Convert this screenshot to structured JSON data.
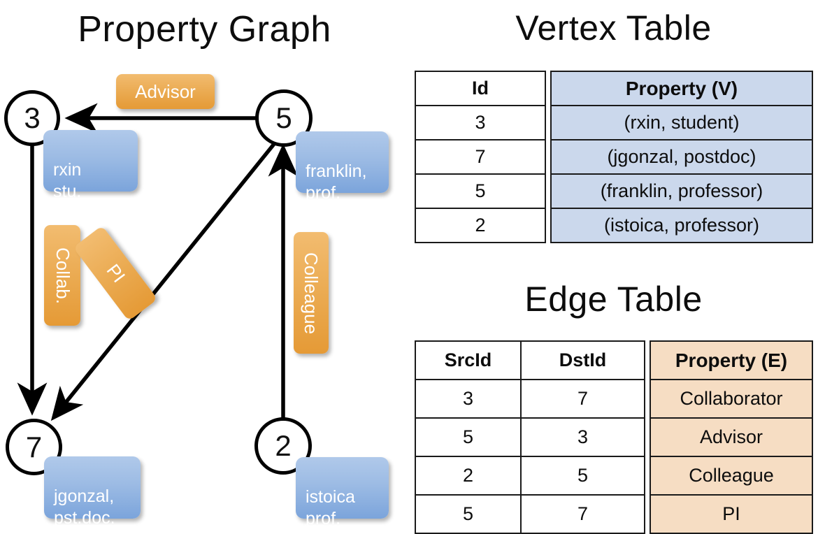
{
  "titles": {
    "property_graph": "Property Graph",
    "vertex_table": "Vertex Table",
    "edge_table": "Edge Table"
  },
  "graph": {
    "nodes": [
      {
        "id": "3",
        "label": "3",
        "property": "rxin\nstu."
      },
      {
        "id": "5",
        "label": "5",
        "property": "franklin,\nprof."
      },
      {
        "id": "7",
        "label": "7",
        "property": "jgonzal,\npst.doc."
      },
      {
        "id": "2",
        "label": "2",
        "property": "istoica\nprof."
      }
    ],
    "edge_labels": [
      {
        "name": "advisor",
        "text": "Advisor"
      },
      {
        "name": "collab",
        "text": "Collab."
      },
      {
        "name": "pi",
        "text": "PI"
      },
      {
        "name": "colleague",
        "text": "Colleague"
      }
    ]
  },
  "vertex_table": {
    "headers": [
      "Id",
      "Property (V)"
    ],
    "rows": [
      {
        "id": "3",
        "property": "(rxin, student)"
      },
      {
        "id": "7",
        "property": "(jgonzal, postdoc)"
      },
      {
        "id": "5",
        "property": "(franklin, professor)"
      },
      {
        "id": "2",
        "property": "(istoica, professor)"
      }
    ]
  },
  "edge_table": {
    "headers": [
      "SrcId",
      "DstId",
      "Property (E)"
    ],
    "rows": [
      {
        "src": "3",
        "dst": "7",
        "property": "Collaborator"
      },
      {
        "src": "5",
        "dst": "3",
        "property": "Advisor"
      },
      {
        "src": "2",
        "dst": "5",
        "property": "Colleague"
      },
      {
        "src": "5",
        "dst": "7",
        "property": "PI"
      }
    ]
  },
  "colors": {
    "vertex_property_bg": "#cbd8ec",
    "edge_property_bg": "#f6ddc3",
    "node_box_blue": "#9cbbe4",
    "edge_label_orange": "#eaa94f"
  }
}
